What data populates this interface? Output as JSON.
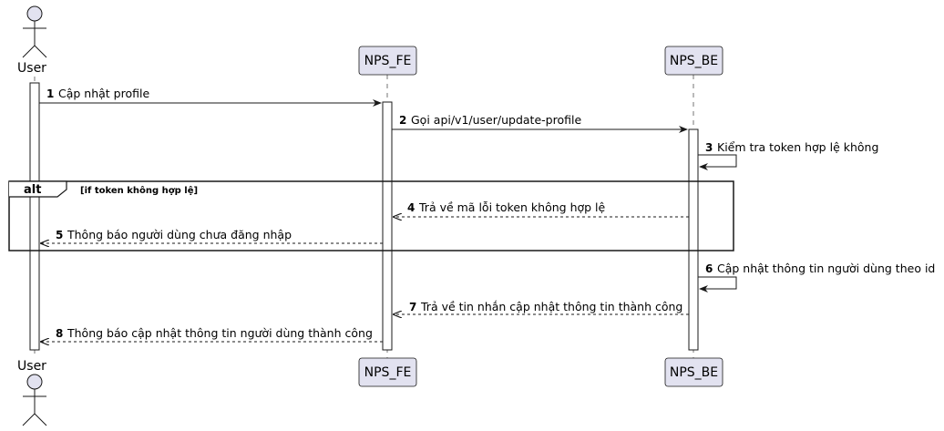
{
  "participants": {
    "user": "User",
    "fe": "NPS_FE",
    "be": "NPS_BE"
  },
  "fragment": {
    "kind": "alt",
    "guard": "[if token không hợp lệ]"
  },
  "messages": [
    {
      "num": "1",
      "text": "Cập nhật profile"
    },
    {
      "num": "2",
      "text": "Gọi api/v1/user/update-profile"
    },
    {
      "num": "3",
      "text": "Kiểm tra token hợp lệ không"
    },
    {
      "num": "4",
      "text": "Trả về mã lỗi token không hợp lệ"
    },
    {
      "num": "5",
      "text": "Thông báo người dùng chưa đăng nhập"
    },
    {
      "num": "6",
      "text": "Cập nhật thông tin người dùng theo id"
    },
    {
      "num": "7",
      "text": "Trả về tin nhắn cập nhật thông tin thành công"
    },
    {
      "num": "8",
      "text": "Thông báo cập nhật thông tin người dùng thành công"
    }
  ],
  "colors": {
    "participant_fill": "#E2E2F0",
    "participant_stroke": "#181818",
    "lifeline": "#181818",
    "arrow": "#181818"
  }
}
